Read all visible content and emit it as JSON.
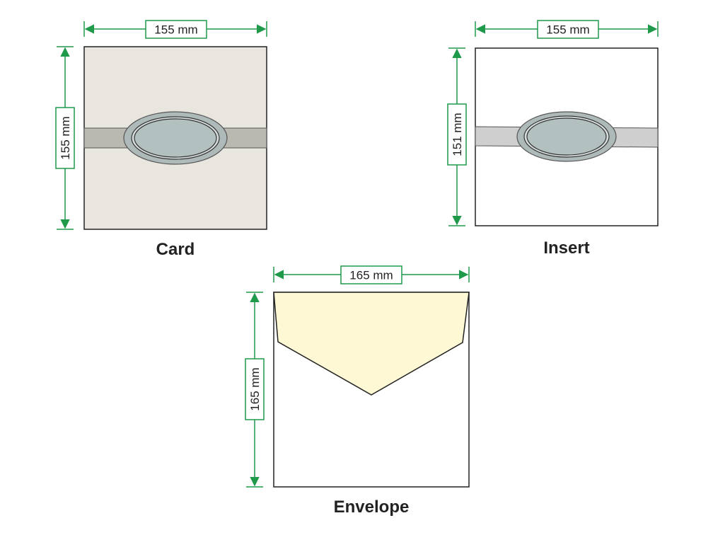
{
  "colors": {
    "dimension_green": "#1f9a4a",
    "outline": "#222222",
    "card_fill": "#e8e6df",
    "card_band": "#b9b8b1",
    "insert_fill": "#ffffff",
    "insert_band": "#cfcfcf",
    "oval_outer": "#aeb9b9",
    "oval_inner": "#b3c0c0",
    "envelope_fill": "#ffffff",
    "envelope_flap": "#fff8d4"
  },
  "card": {
    "caption": "Card",
    "width_label": "155 mm",
    "height_label": "155 mm"
  },
  "insert": {
    "caption": "Insert",
    "width_label": "155 mm",
    "height_label": "151 mm"
  },
  "envelope": {
    "caption": "Envelope",
    "width_label": "165 mm",
    "height_label": "165 mm"
  }
}
